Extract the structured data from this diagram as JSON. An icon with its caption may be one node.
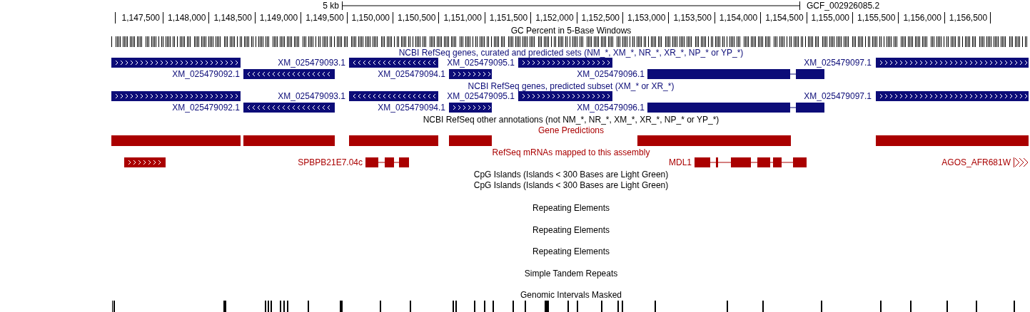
{
  "diagram": {
    "labels": [
      "5 kb",
      "GCF_002926085.2",
      "1,147,500",
      "1,148,000",
      "1,148,500",
      "1,149,000",
      "1,149,500",
      "1,150,000",
      "1,150,500",
      "1,151,000",
      "1,151,500",
      "1,152,000",
      "1,152,500",
      "1,153,000",
      "1,153,500",
      "1,154,000",
      "1,154,500",
      "1,155,000",
      "1,155,500",
      "1,156,000",
      "1,156,500",
      "GC Percent in 5-Base Windows",
      "NCBI RefSeq genes, curated and predicted sets (NM_*, XM_*, NR_*, XR_*, NP_* or YP_*)",
      "XM_025479093.1",
      "XM_025479095.1",
      "XM_025479097.1",
      "XM_025479092.1",
      "XM_025479094.1",
      "XM_025479096.1",
      "NCBI RefSeq genes, predicted subset (XM_* or XR_*)",
      "XM_025479093.1",
      "XM_025479095.1",
      "XM_025479097.1",
      "XM_025479092.1",
      "XM_025479094.1",
      "XM_025479096.1",
      "NCBI RefSeq other annotations (not NM_*, NR_*, XM_*, XR_*, NP_* or YP_*)",
      "Gene Predictions",
      "RefSeq mRNAs mapped to this assembly",
      "SPBPB21E7.04c",
      "MDL1",
      "AGOS_AFR681W",
      "CpG Islands (Islands < 300 Bases are Light Green)",
      "CpG Islands (Islands < 300 Bases are Light Green)",
      "Repeating Elements",
      "Repeating Elements",
      "Repeating Elements",
      "Simple Tandem Repeats",
      "Genomic Intervals Masked"
    ]
  }
}
